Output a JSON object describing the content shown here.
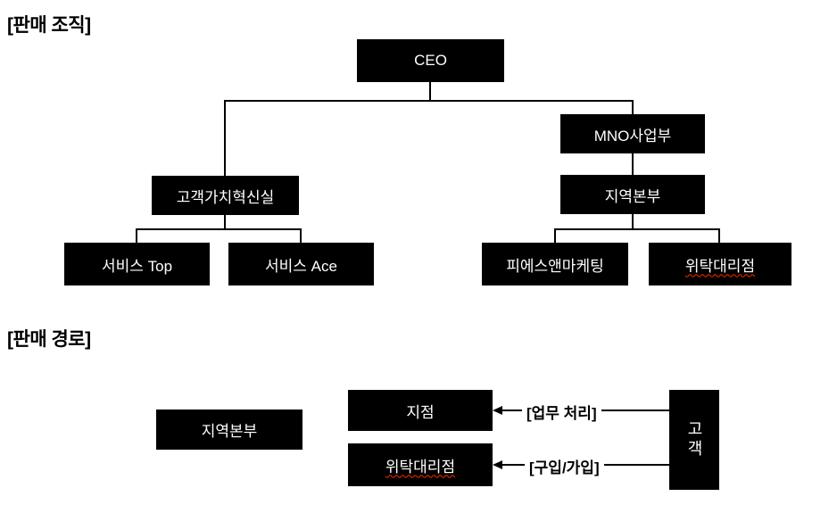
{
  "colors": {
    "box_bg": "#000000",
    "box_text": "#ffffff",
    "line": "#000000",
    "misspell_underline": "#ff2a00"
  },
  "org_section": {
    "title": "[판매 조직]",
    "nodes": {
      "ceo": {
        "label": "CEO"
      },
      "mno_division": {
        "label": "MNO사업부"
      },
      "customer_value_innovation": {
        "label": "고객가치혁신실"
      },
      "regional_hq": {
        "label": "지역본부"
      },
      "service_top": {
        "label": "서비스 Top"
      },
      "service_ace": {
        "label": "서비스 Ace"
      },
      "ps_marketing": {
        "label": "피에스앤마케팅"
      },
      "consignment_agency": {
        "label": "위탁대리점"
      }
    }
  },
  "path_section": {
    "title": "[판매 경로]",
    "nodes": {
      "regional_hq": {
        "label": "지역본부"
      },
      "branch": {
        "label": "지점"
      },
      "consignment_agency": {
        "label": "위탁대리점"
      },
      "customer": {
        "label": "고객"
      }
    },
    "arrow_labels": {
      "task_processing": "[업무 처리]",
      "purchase_join": "[구입/가입]"
    }
  }
}
